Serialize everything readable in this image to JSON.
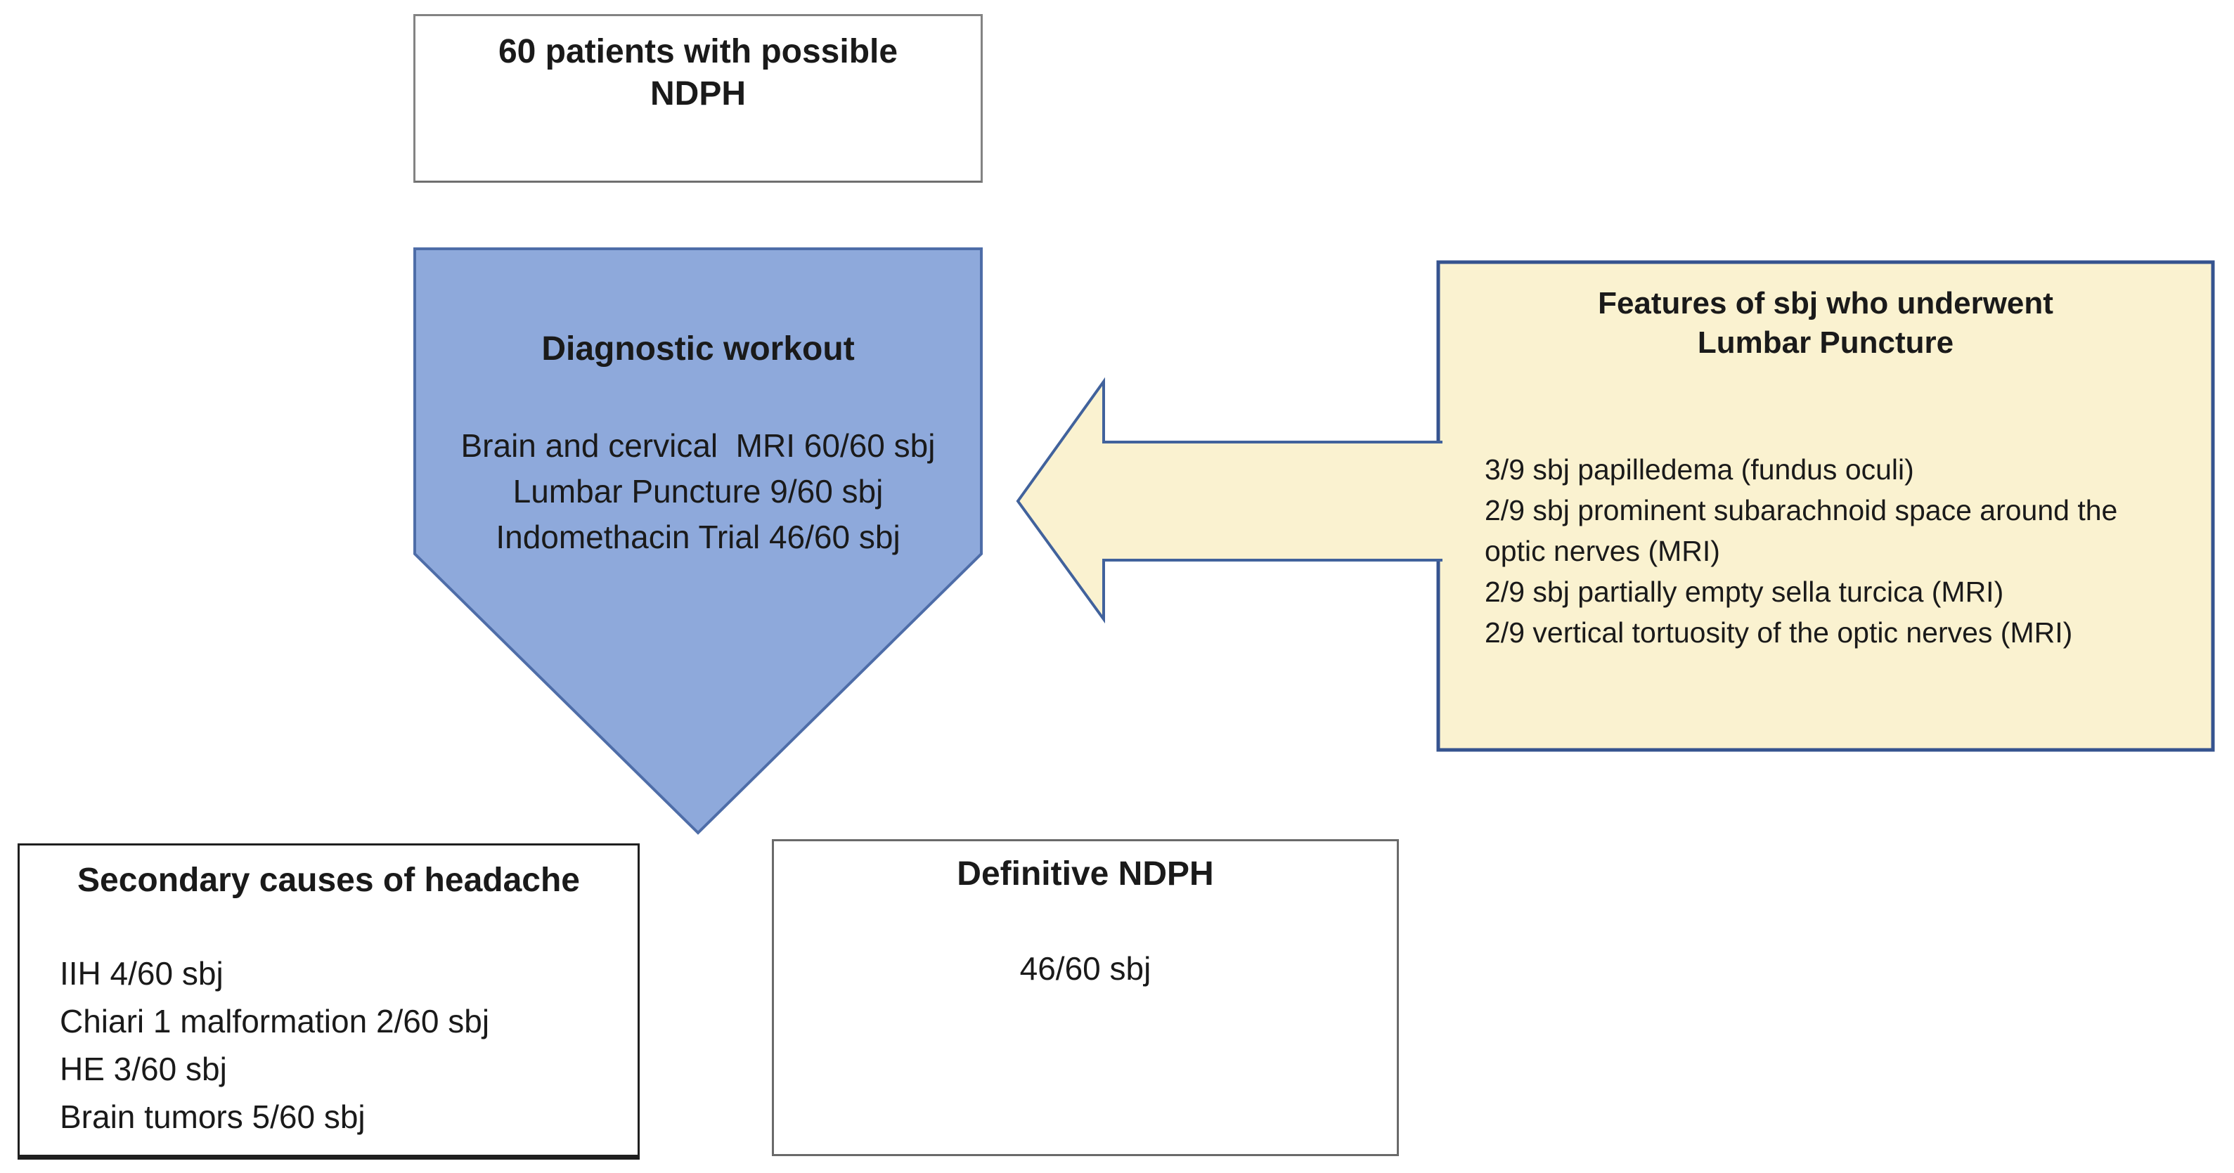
{
  "figure": {
    "top_box": {
      "lines": [
        "60 patients with possible",
        "NDPH"
      ]
    },
    "pentagon": {
      "title": "Diagnostic workout",
      "lines": [
        "Brain and cervical  MRI 60/60 sbj",
        "Lumbar Puncture 9/60 sbj",
        "Indomethacin Trial 46/60 sbj"
      ]
    },
    "features_box": {
      "title_lines": [
        "Features of sbj who underwent",
        "Lumbar Puncture"
      ],
      "lines": [
        "3/9 sbj papilledema (fundus oculi)",
        "2/9 sbj prominent subarachnoid space around the",
        "optic nerves (MRI)",
        "2/9 sbj partially empty sella turcica (MRI)",
        "2/9 vertical tortuosity of the optic nerves (MRI)"
      ]
    },
    "secondary_box": {
      "title": "Secondary causes of headache",
      "lines": [
        "IIH 4/60 sbj",
        "Chiari 1 malformation 2/60 sbj",
        "HE 3/60 sbj",
        "Brain tumors 5/60 sbj"
      ]
    },
    "definitive_box": {
      "title": "Definitive NDPH",
      "value": "46/60 sbj"
    },
    "colors": {
      "pentagon_fill": "#8EA9DB",
      "pentagon_border": "#4E6DA8",
      "features_fill": "#FAF2D0",
      "features_border": "#35538F",
      "arrow_fill": "#FAF2D0",
      "arrow_border": "#41629C",
      "top_box_border": "#838383",
      "secondary_box_border": "#1F1F1F",
      "definitive_box_border": "#6A6A6A",
      "text": "#1A1A1A",
      "background": "#FFFFFF"
    }
  }
}
